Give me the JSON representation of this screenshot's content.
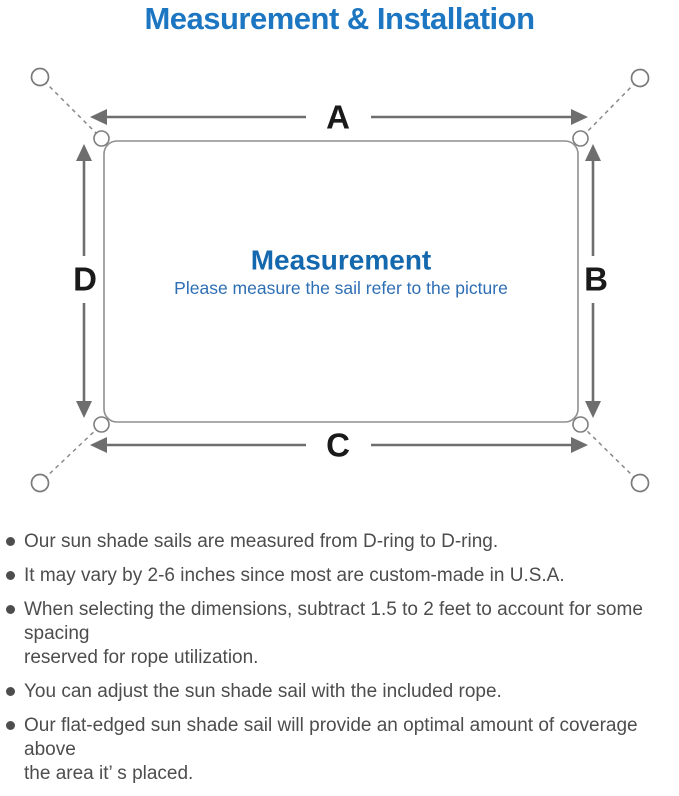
{
  "title": "Measurement & Installation",
  "diagram": {
    "labels": {
      "top": "A",
      "right": "B",
      "bottom": "C",
      "left": "D"
    },
    "center_heading": "Measurement",
    "center_subtitle": "Please measure the sail refer to the picture"
  },
  "notes": [
    "Our sun shade sails are measured from D-ring to D-ring.",
    "It may vary by 2-6 inches since most are custom-made in U.S.A.",
    "When selecting the dimensions, subtract 1.5 to 2 feet to account for some spacing\nreserved for rope utilization.",
    "You can adjust the sun shade sail with the included rope.",
    "Our flat-edged sun shade sail will provide an optimal amount of coverage above\nthe area it’ s placed."
  ],
  "colors": {
    "title_blue": "#1c76c1",
    "center_heading_blue": "#1468ad",
    "center_subtitle_blue": "#2e6eb5",
    "body_text_gray": "#4d4d4d",
    "diagram_line_gray": "#8a8a8a",
    "arrow_gray": "#6e6e6e"
  }
}
